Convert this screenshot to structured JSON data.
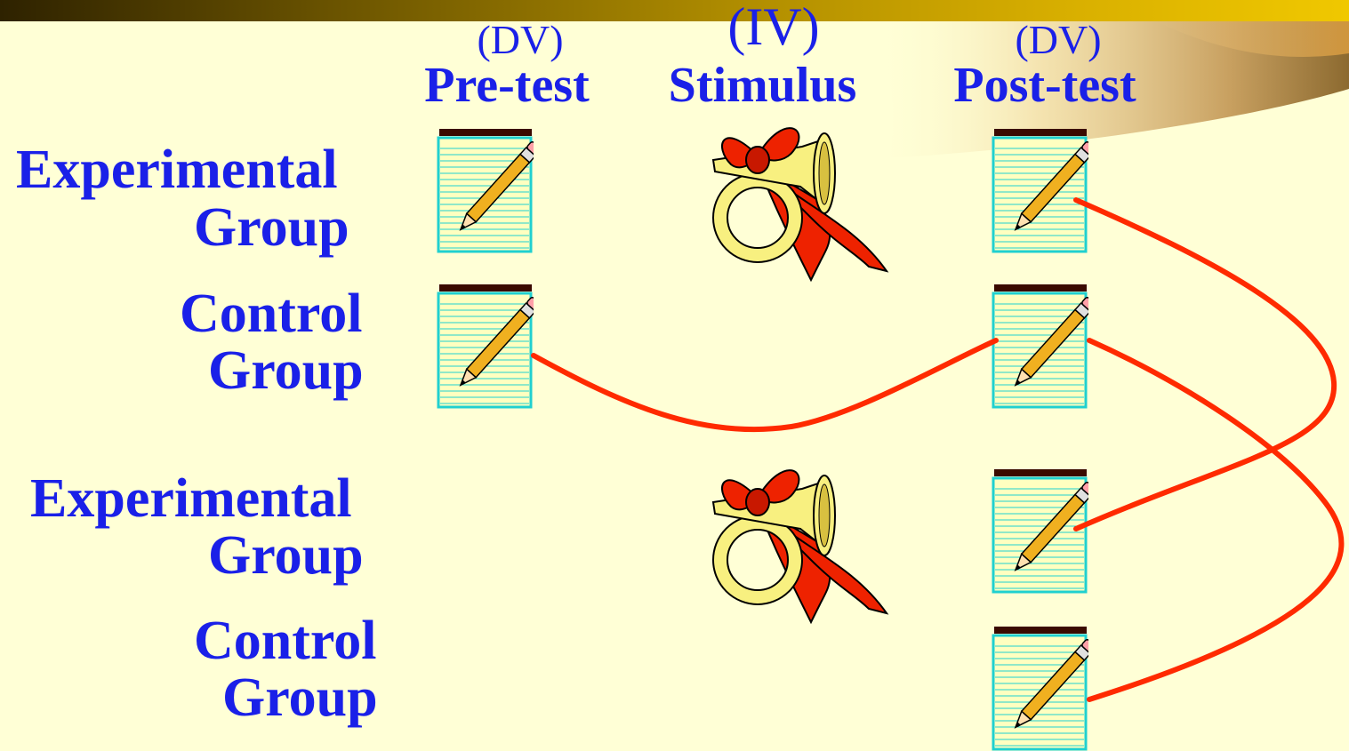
{
  "columns": [
    {
      "role": "(DV)",
      "name": "Pre-test"
    },
    {
      "role": "(IV)",
      "name": "Stimulus"
    },
    {
      "role": "(DV)",
      "name": "Post-test"
    }
  ],
  "groups": [
    {
      "line1": "Experimental",
      "line2": "Group"
    },
    {
      "line1": "Control",
      "line2": "Group"
    },
    {
      "line1": "Experimental",
      "line2": "Group"
    },
    {
      "line1": "Control",
      "line2": "Group"
    }
  ],
  "colors": {
    "label_text": "#1a20e8",
    "background": "#ffffd6",
    "connector": "#ff2a00",
    "pad_paper": "#ffffc0",
    "pad_border": "#20d0d0",
    "ribbon": "#ee2200",
    "horn": "#f8f080"
  },
  "icons": {
    "notepad": "notepad-pencil-icon",
    "stimulus": "horn-with-ribbon-icon"
  }
}
